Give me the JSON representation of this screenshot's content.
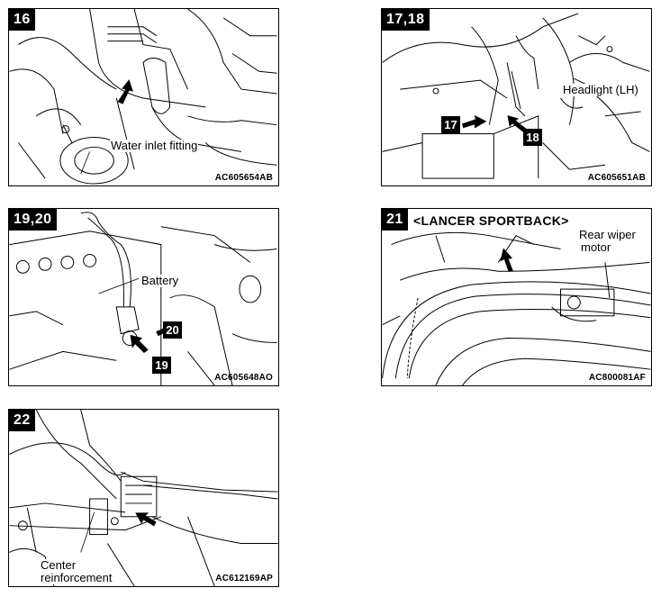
{
  "panels": [
    {
      "step": "16",
      "code": "AC605654AB",
      "callouts": [
        "Water inlet fitting"
      ]
    },
    {
      "step": "17,18",
      "code": "AC605651AB",
      "callouts": [
        "Headlight (LH)"
      ],
      "tags": [
        "17",
        "18"
      ]
    },
    {
      "step": "19,20",
      "code": "AC605648AO",
      "callouts": [
        "Battery"
      ],
      "tags": [
        "20",
        "19"
      ]
    },
    {
      "step": "21",
      "code": "AC800081AF",
      "subtitle": "<LANCER SPORTBACK>",
      "callouts": [
        "Rear wiper",
        "motor"
      ]
    },
    {
      "step": "22",
      "code": "AC612169AP",
      "callouts": [
        "Center",
        "reinforcement"
      ]
    }
  ]
}
